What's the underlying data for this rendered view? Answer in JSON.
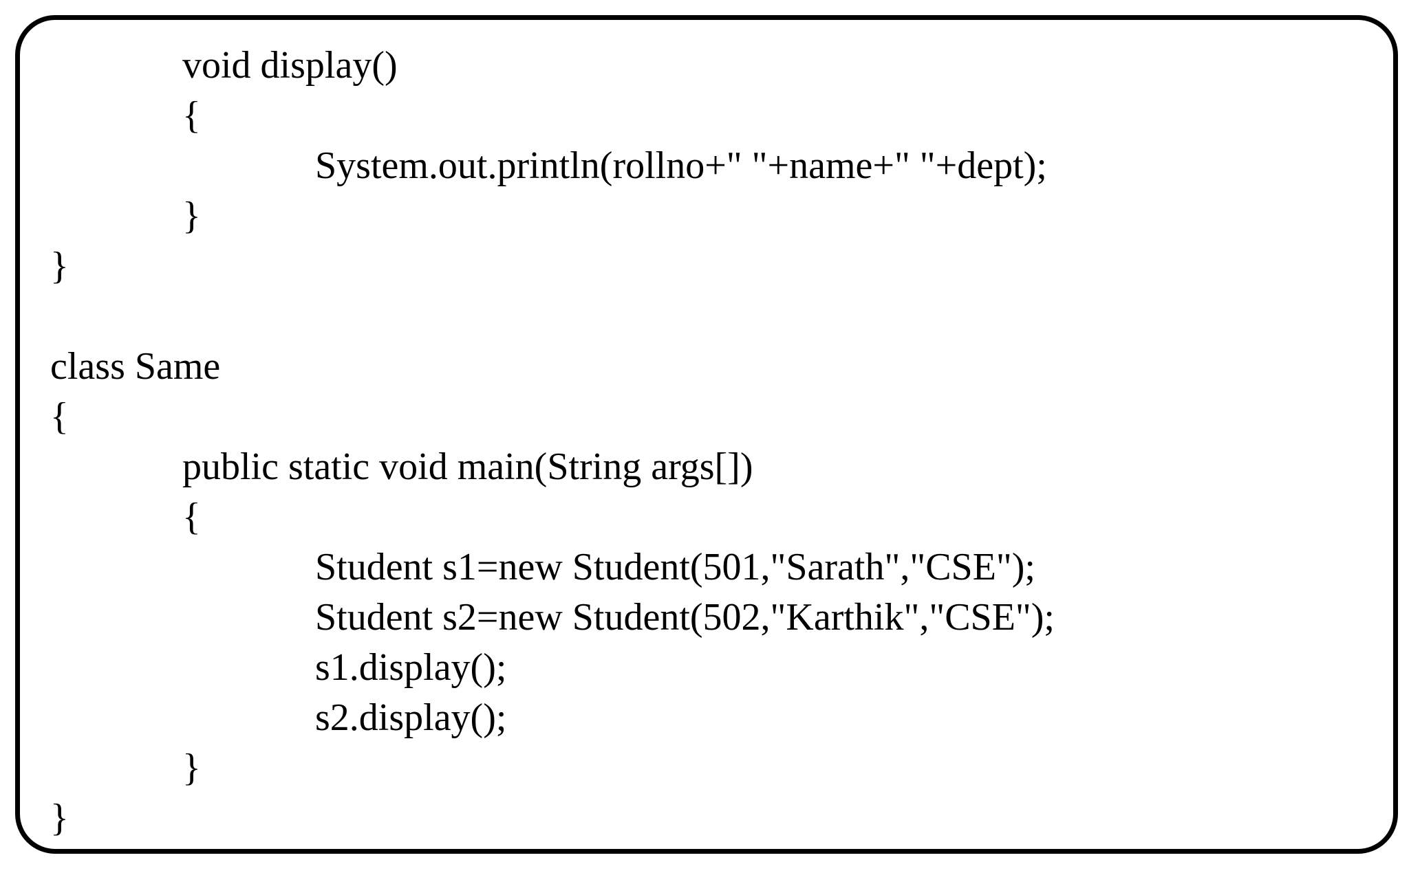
{
  "code_block": {
    "colors": {
      "text": "#000000",
      "border": "#000000",
      "background": "#ffffff"
    },
    "lines": [
      {
        "indent": 1,
        "text": "void display()"
      },
      {
        "indent": 1,
        "text": "{"
      },
      {
        "indent": 2,
        "text": "System.out.println(rollno+\" \"+name+\" \"+dept);"
      },
      {
        "indent": 1,
        "text": "}"
      },
      {
        "indent": 0,
        "text": "}"
      },
      {
        "indent": 0,
        "text": ""
      },
      {
        "indent": 0,
        "text": "class Same"
      },
      {
        "indent": 0,
        "text": "{"
      },
      {
        "indent": 1,
        "text": "public static void main(String args[])"
      },
      {
        "indent": 1,
        "text": "{"
      },
      {
        "indent": 2,
        "text": "Student s1=new Student(501,\"Sarath\",\"CSE\");"
      },
      {
        "indent": 2,
        "text": "Student s2=new Student(502,\"Karthik\",\"CSE\");"
      },
      {
        "indent": 2,
        "text": "s1.display();"
      },
      {
        "indent": 2,
        "text": "s2.display();"
      },
      {
        "indent": 1,
        "text": "}"
      },
      {
        "indent": 0,
        "text": "}"
      }
    ]
  }
}
